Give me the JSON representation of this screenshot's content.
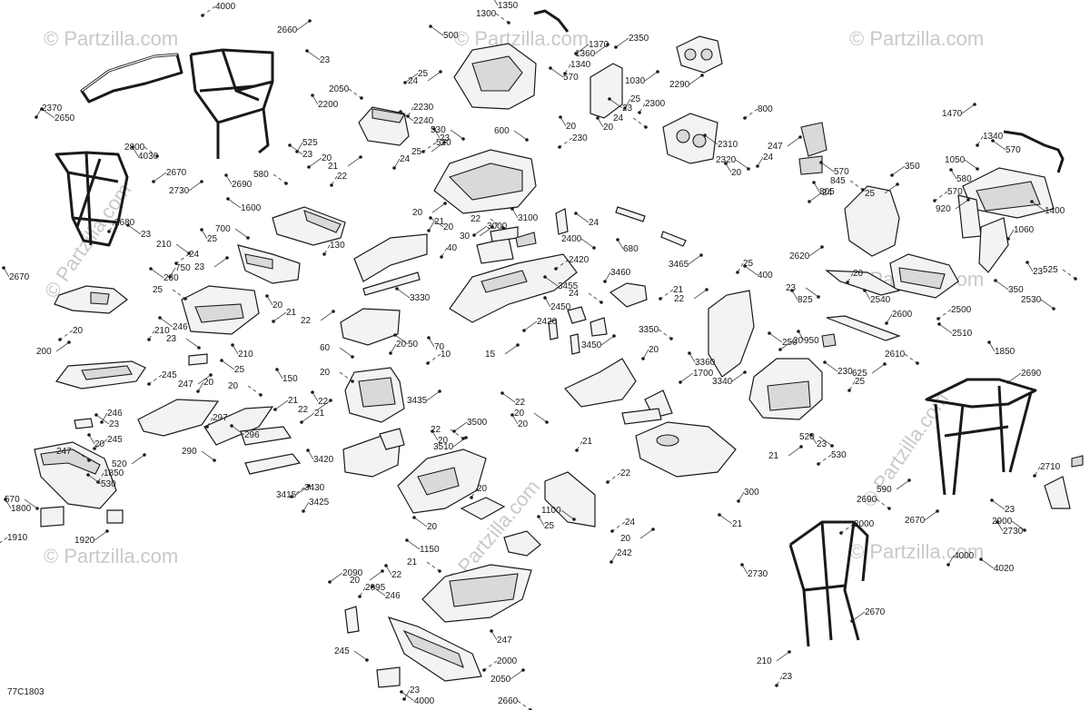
{
  "diagram_code": "77C1803",
  "watermark": "© Partzilla.com",
  "parts": [
    {
      "n": "4000"
    },
    {
      "n": "2660"
    },
    {
      "n": "2370"
    },
    {
      "n": "2650"
    },
    {
      "n": "2800"
    },
    {
      "n": "4030"
    },
    {
      "n": "2670"
    },
    {
      "n": "2730"
    },
    {
      "n": "2680"
    },
    {
      "n": "23"
    },
    {
      "n": "210"
    },
    {
      "n": "2670"
    },
    {
      "n": "20"
    },
    {
      "n": "200"
    },
    {
      "n": "246"
    },
    {
      "n": "23"
    },
    {
      "n": "247"
    },
    {
      "n": "20"
    },
    {
      "n": "245"
    },
    {
      "n": "520"
    },
    {
      "n": "1850"
    },
    {
      "n": "530"
    },
    {
      "n": "570"
    },
    {
      "n": "1800"
    },
    {
      "n": "1910"
    },
    {
      "n": "1920"
    },
    {
      "n": "525"
    },
    {
      "n": "23"
    },
    {
      "n": "580"
    },
    {
      "n": "2690"
    },
    {
      "n": "20"
    },
    {
      "n": "21"
    },
    {
      "n": "22"
    },
    {
      "n": "1600"
    },
    {
      "n": "700"
    },
    {
      "n": "25"
    },
    {
      "n": "24"
    },
    {
      "n": "23"
    },
    {
      "n": "750"
    },
    {
      "n": "230"
    },
    {
      "n": "25"
    },
    {
      "n": "20"
    },
    {
      "n": "21"
    },
    {
      "n": "22"
    },
    {
      "n": "210"
    },
    {
      "n": "246"
    },
    {
      "n": "23"
    },
    {
      "n": "210"
    },
    {
      "n": "245"
    },
    {
      "n": "247"
    },
    {
      "n": "20"
    },
    {
      "n": "25"
    },
    {
      "n": "20"
    },
    {
      "n": "150"
    },
    {
      "n": "21"
    },
    {
      "n": "22"
    },
    {
      "n": "297"
    },
    {
      "n": "296"
    },
    {
      "n": "290"
    },
    {
      "n": "3420"
    },
    {
      "n": "3430"
    },
    {
      "n": "3415"
    },
    {
      "n": "3425"
    },
    {
      "n": "23"
    },
    {
      "n": "2050"
    },
    {
      "n": "2200"
    },
    {
      "n": "25"
    },
    {
      "n": "24"
    },
    {
      "n": "2230"
    },
    {
      "n": "2240"
    },
    {
      "n": "530"
    },
    {
      "n": "23"
    },
    {
      "n": "520"
    },
    {
      "n": "25"
    },
    {
      "n": "24"
    },
    {
      "n": "500"
    },
    {
      "n": "1300"
    },
    {
      "n": "1350"
    },
    {
      "n": "1370"
    },
    {
      "n": "1360"
    },
    {
      "n": "1340"
    },
    {
      "n": "570"
    },
    {
      "n": "600"
    },
    {
      "n": "20"
    },
    {
      "n": "230"
    },
    {
      "n": "1030"
    },
    {
      "n": "25"
    },
    {
      "n": "23"
    },
    {
      "n": "24"
    },
    {
      "n": "20"
    },
    {
      "n": "2350"
    },
    {
      "n": "2290"
    },
    {
      "n": "2300"
    },
    {
      "n": "2310"
    },
    {
      "n": "2320"
    },
    {
      "n": "20"
    },
    {
      "n": "800"
    },
    {
      "n": "247"
    },
    {
      "n": "24"
    },
    {
      "n": "570"
    },
    {
      "n": "845"
    },
    {
      "n": "805"
    },
    {
      "n": "24"
    },
    {
      "n": "1470"
    },
    {
      "n": "1340"
    },
    {
      "n": "570"
    },
    {
      "n": "1050"
    },
    {
      "n": "580"
    },
    {
      "n": "570"
    },
    {
      "n": "920"
    },
    {
      "n": "1060"
    },
    {
      "n": "1400"
    },
    {
      "n": "525"
    },
    {
      "n": "23"
    },
    {
      "n": "350"
    },
    {
      "n": "25"
    },
    {
      "n": "20"
    },
    {
      "n": "350"
    },
    {
      "n": "2530"
    },
    {
      "n": "2540"
    },
    {
      "n": "2500"
    },
    {
      "n": "2620"
    },
    {
      "n": "2600"
    },
    {
      "n": "2510"
    },
    {
      "n": "2610"
    },
    {
      "n": "950"
    },
    {
      "n": "20"
    },
    {
      "n": "625"
    },
    {
      "n": "25"
    },
    {
      "n": "230"
    },
    {
      "n": "520"
    },
    {
      "n": "23"
    },
    {
      "n": "530"
    },
    {
      "n": "20"
    },
    {
      "n": "21"
    },
    {
      "n": "20"
    },
    {
      "n": "22"
    },
    {
      "n": "3100"
    },
    {
      "n": "3000"
    },
    {
      "n": "30"
    },
    {
      "n": "40"
    },
    {
      "n": "24"
    },
    {
      "n": "2400"
    },
    {
      "n": "680"
    },
    {
      "n": "2420"
    },
    {
      "n": "3465"
    },
    {
      "n": "3460"
    },
    {
      "n": "3455"
    },
    {
      "n": "24"
    },
    {
      "n": "2450"
    },
    {
      "n": "2420"
    },
    {
      "n": "3450"
    },
    {
      "n": "130"
    },
    {
      "n": "3330"
    },
    {
      "n": "60"
    },
    {
      "n": "70"
    },
    {
      "n": "10"
    },
    {
      "n": "15"
    },
    {
      "n": "20"
    },
    {
      "n": "50"
    },
    {
      "n": "20"
    },
    {
      "n": "22"
    },
    {
      "n": "21"
    },
    {
      "n": "3435"
    },
    {
      "n": "25"
    },
    {
      "n": "400"
    },
    {
      "n": "23"
    },
    {
      "n": "825"
    },
    {
      "n": "21"
    },
    {
      "n": "22"
    },
    {
      "n": "20"
    },
    {
      "n": "250"
    },
    {
      "n": "3350"
    },
    {
      "n": "3360"
    },
    {
      "n": "1700"
    },
    {
      "n": "3340"
    },
    {
      "n": "21"
    },
    {
      "n": "22"
    },
    {
      "n": "20"
    },
    {
      "n": "20"
    },
    {
      "n": "22"
    },
    {
      "n": "21"
    },
    {
      "n": "300"
    },
    {
      "n": "21"
    },
    {
      "n": "22"
    },
    {
      "n": "20"
    },
    {
      "n": "3500"
    },
    {
      "n": "3510"
    },
    {
      "n": "20"
    },
    {
      "n": "20"
    },
    {
      "n": "1100"
    },
    {
      "n": "25"
    },
    {
      "n": "24"
    },
    {
      "n": "20"
    },
    {
      "n": "242"
    },
    {
      "n": "1150"
    },
    {
      "n": "21"
    },
    {
      "n": "22"
    },
    {
      "n": "2090"
    },
    {
      "n": "20"
    },
    {
      "n": "2095"
    },
    {
      "n": "246"
    },
    {
      "n": "245"
    },
    {
      "n": "247"
    },
    {
      "n": "2000"
    },
    {
      "n": "2050"
    },
    {
      "n": "23"
    },
    {
      "n": "4000"
    },
    {
      "n": "2660"
    },
    {
      "n": "1850"
    },
    {
      "n": "2690"
    },
    {
      "n": "590"
    },
    {
      "n": "2710"
    },
    {
      "n": "23"
    },
    {
      "n": "2900"
    },
    {
      "n": "2730"
    },
    {
      "n": "2000"
    },
    {
      "n": "2670"
    },
    {
      "n": "4000"
    },
    {
      "n": "4020"
    },
    {
      "n": "2690"
    },
    {
      "n": "2730"
    },
    {
      "n": "2670"
    },
    {
      "n": "210"
    },
    {
      "n": "23"
    }
  ]
}
